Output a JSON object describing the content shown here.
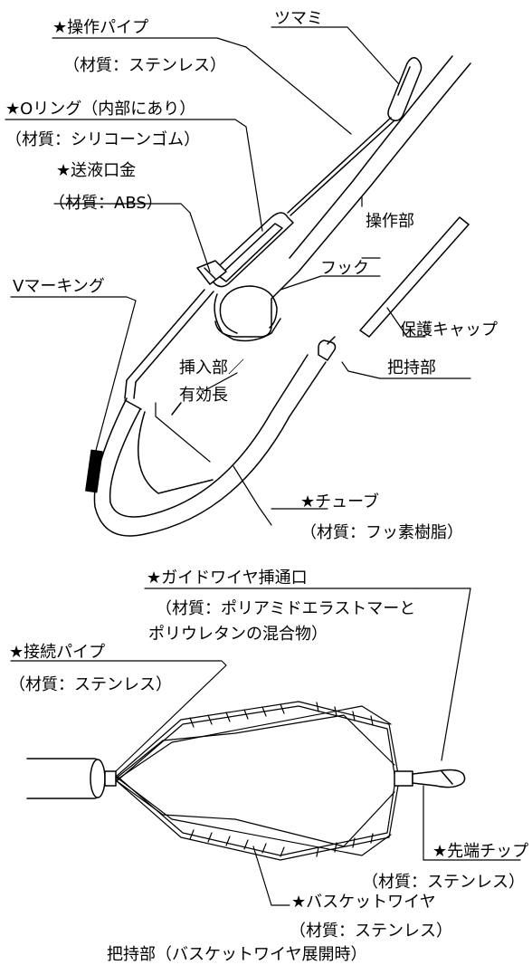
{
  "labels": {
    "sousa_pipe": "★操作パイプ",
    "sousa_pipe_mat": "（材質：ステンレス）",
    "tsumami": "ツマミ",
    "oring": "★Oリング（内部にあり）",
    "oring_mat": "（材質：シリコーンゴム）",
    "soueki": "★送液口金",
    "soueki_mat": "（材質：ABS）",
    "sousabu": "操作部",
    "v_marking": "Vマーキング",
    "hook": "フック",
    "hogo_cap": "保護キャップ",
    "sounyu_1": "挿入部／",
    "sounyu_2": "有効長",
    "haji": "把持部",
    "tube": "★チューブ",
    "tube_mat": "（材質：フッ素樹脂）",
    "guide": "★ガイドワイヤ挿通口",
    "guide_mat_1": "（材質：ポリアミドエラストマーと",
    "guide_mat_2": "ポリウレタンの混合物）",
    "setsuzoku": "★接続パイプ",
    "setsuzoku_mat": "（材質：ステンレス）",
    "sentan": "★先端チップ",
    "sentan_mat": "（材質：ステンレス）",
    "basket": "★バスケットワイヤ",
    "basket_mat": "（材質：ステンレス）",
    "caption": "把持部（バスケットワイヤ展開時）"
  },
  "colors": {
    "line": "#000000",
    "fill": "#ffffff",
    "marking": "#000000"
  }
}
